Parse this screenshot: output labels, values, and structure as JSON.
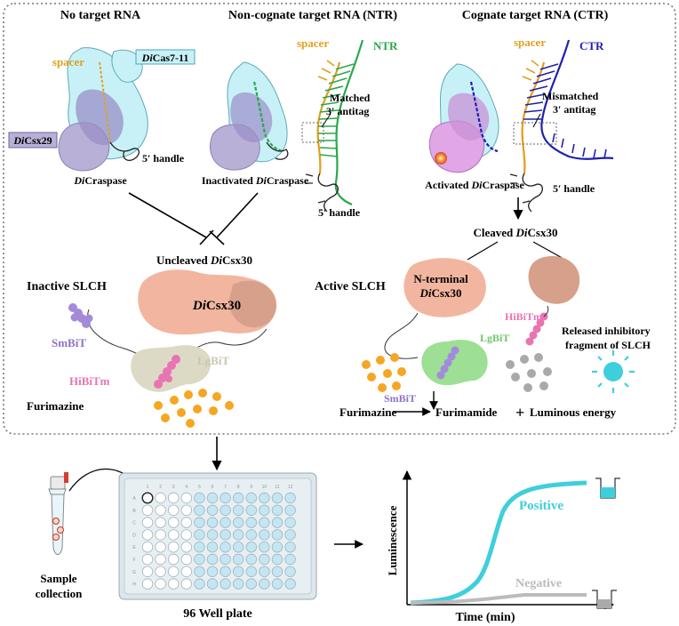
{
  "panel_top": {
    "col1_title": "No target RNA",
    "col2_title": "Non-cognate target RNA (NTR)",
    "col3_title": "Cognate target RNA (CTR)"
  },
  "col1": {
    "spacer": "spacer",
    "dicas_italic": "Di",
    "dicas_rest": "Cas7-11",
    "dicsx29_italic": "Di",
    "dicsx29_rest": "Csx29",
    "handle": "5′ handle",
    "craspase_italic": "Di",
    "craspase_rest": "Craspase"
  },
  "col2": {
    "spacer": "spacer",
    "ntr": "NTR",
    "matched_line1": "Matched",
    "matched_line2": "3′ antitag",
    "craspase_prefix": "Inactivated ",
    "craspase_italic": "Di",
    "craspase_rest": "Craspase",
    "handle": "5′ handle"
  },
  "col3": {
    "spacer": "spacer",
    "ctr": "CTR",
    "mismatched_line1": "Mismatched",
    "mismatched_line2": "3′ antitag",
    "craspase_prefix": "Activated ",
    "craspase_italic": "Di",
    "craspase_rest": "Craspase",
    "handle": "5′ handle"
  },
  "middle": {
    "uncleaved_prefix": "Uncleaved ",
    "uncleaved_italic": "Di",
    "uncleaved_rest": "Csx30",
    "cleaved_prefix": "Cleaved ",
    "cleaved_italic": "Di",
    "cleaved_rest": "Csx30"
  },
  "inactive": {
    "title": "Inactive SLCH",
    "dicsx30_italic": "Di",
    "dicsx30_rest": "Csx30",
    "smbit": "SmBiT",
    "hibitm": "HiBiTm",
    "lgbit": "LgBiT",
    "furimazine": "Furimazine"
  },
  "active": {
    "title": "Active SLCH",
    "nterm_line1": "N-terminal",
    "nterm_italic": "Di",
    "nterm_rest": "Csx30",
    "hibitm": "HiBiTm",
    "lgbit": "LgBiT",
    "released_line1": "Released inhibitory",
    "released_line2": "fragment of SLCH",
    "smbit": "SmBiT",
    "furimazine": "Furimazine",
    "furimamide": "Furimamide",
    "plus": "+",
    "luminous": "Luminous energy"
  },
  "bottom": {
    "sample_line1": "Sample",
    "sample_line2": "collection",
    "plate_label": "96 Well plate",
    "plate_columns": [
      "1",
      "2",
      "3",
      "4",
      "5",
      "6",
      "7",
      "8",
      "9",
      "10",
      "11",
      "12"
    ],
    "plate_rows": [
      "A",
      "B",
      "C",
      "D",
      "E",
      "F",
      "G",
      "H"
    ],
    "y_axis": "Luminescence",
    "x_axis": "Time (min)",
    "positive": "Positive",
    "negative": "Negative"
  },
  "colors": {
    "cas7_fill": "#c8f1f7",
    "csx29_fill": "#b9b0d8",
    "csx30_fill": "#f2b6a0",
    "csx30_dark": "#d7a08a",
    "smbit": "#a38bd9",
    "hibitm": "#e874b4",
    "lgbit_inactive": "#dcdac4",
    "lgbit_active": "#9ddf95",
    "furimazine": "#f5a623",
    "furimamide": "#a9a9a9",
    "spacer_rna": "#e0a020",
    "ntr_rna": "#2aa84a",
    "ctr_rna": "#1f1fb0",
    "positive_curve": "#3fcfdc",
    "negative_curve": "#bbbbbb"
  }
}
